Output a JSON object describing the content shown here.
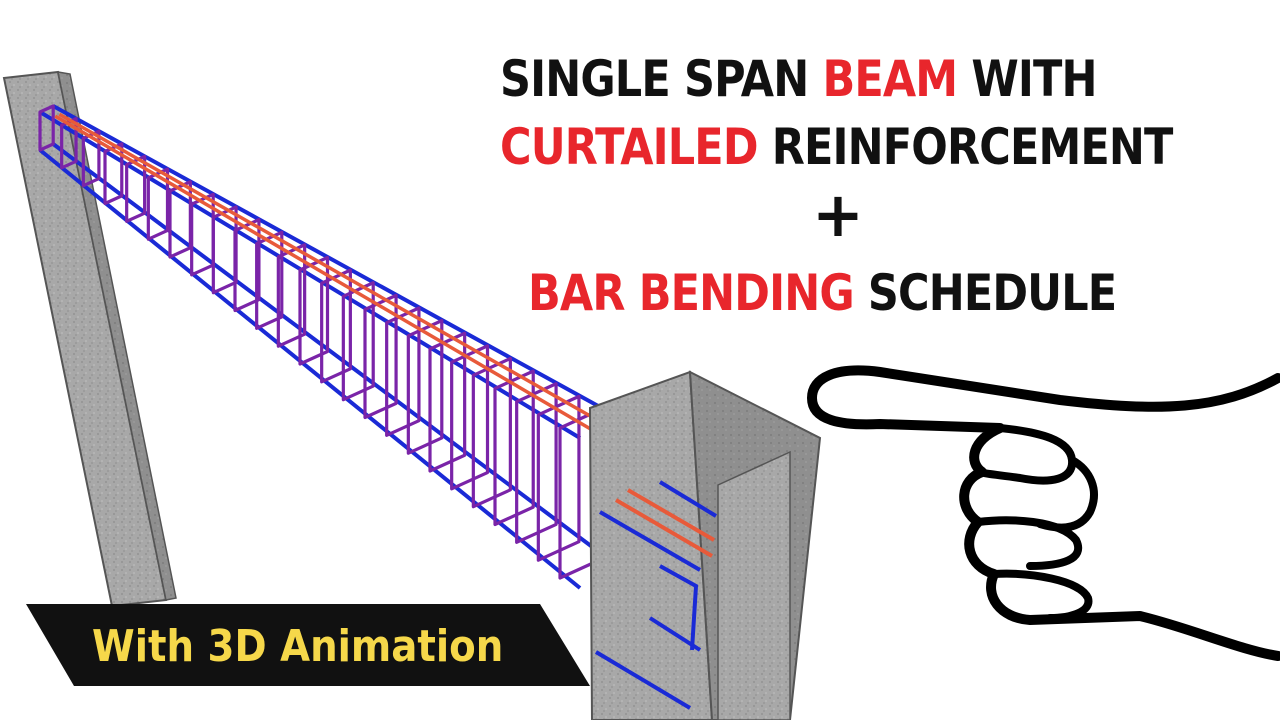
{
  "title": {
    "line1": {
      "part1": "SINGLE SPAN ",
      "part2": "BEAM",
      "part3": " WITH"
    },
    "line2": {
      "part1": "CURTAILED",
      "part2": " REINFORCEMENT"
    },
    "plus": "+",
    "line4": {
      "part1": "BAR BENDING",
      "part2": " SCHEDULE"
    }
  },
  "banner": {
    "label": "With 3D Animation"
  },
  "icons": {
    "hand": "pointing-hand-icon",
    "beam": "reinforced-beam-illustration"
  },
  "colors": {
    "title_dark": "#111111",
    "title_accent": "#e8262c",
    "banner_bg": "#111111",
    "banner_text": "#f6d84a",
    "concrete": "#a6a6a6",
    "stirrup": "#7a24a8",
    "main_bar": "#1a2ad6",
    "curtailed_bar": "#e85a3a"
  }
}
